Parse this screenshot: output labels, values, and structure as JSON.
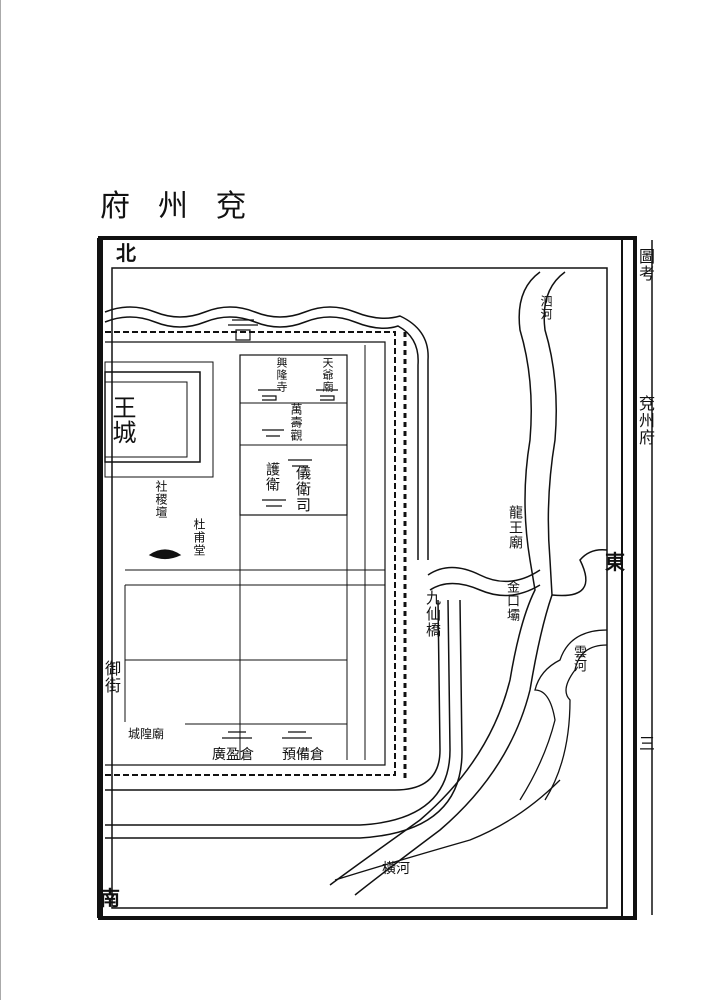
{
  "title": "府州兗",
  "directions": {
    "north": "北",
    "east": "東",
    "south": "南"
  },
  "margin_text": {
    "top": "圖考",
    "middle": "兗州府",
    "bottom": "三"
  },
  "labels": {
    "royal_city": "王城",
    "temple_xinglong": "興隆寺",
    "temple_tianye": "天爺廟",
    "wanshou_guan": "萬壽觀",
    "yiwei_si": "儀衛司",
    "huwei": "護衛",
    "sheji_tan": "社稷壇",
    "dufu_tang": "杜甫堂",
    "yu_jie": "御街",
    "chenghuang_miao": "城隍廟",
    "guangying_cang": "廣盈倉",
    "yubei_cang": "預備倉",
    "si_he": "泗河",
    "longwang_miao": "龍王廟",
    "jinkou_ba": "金口壩",
    "jiuxian_qiao": "九仙橋",
    "yun_he": "雲河",
    "heng_he": "橫河"
  }
}
